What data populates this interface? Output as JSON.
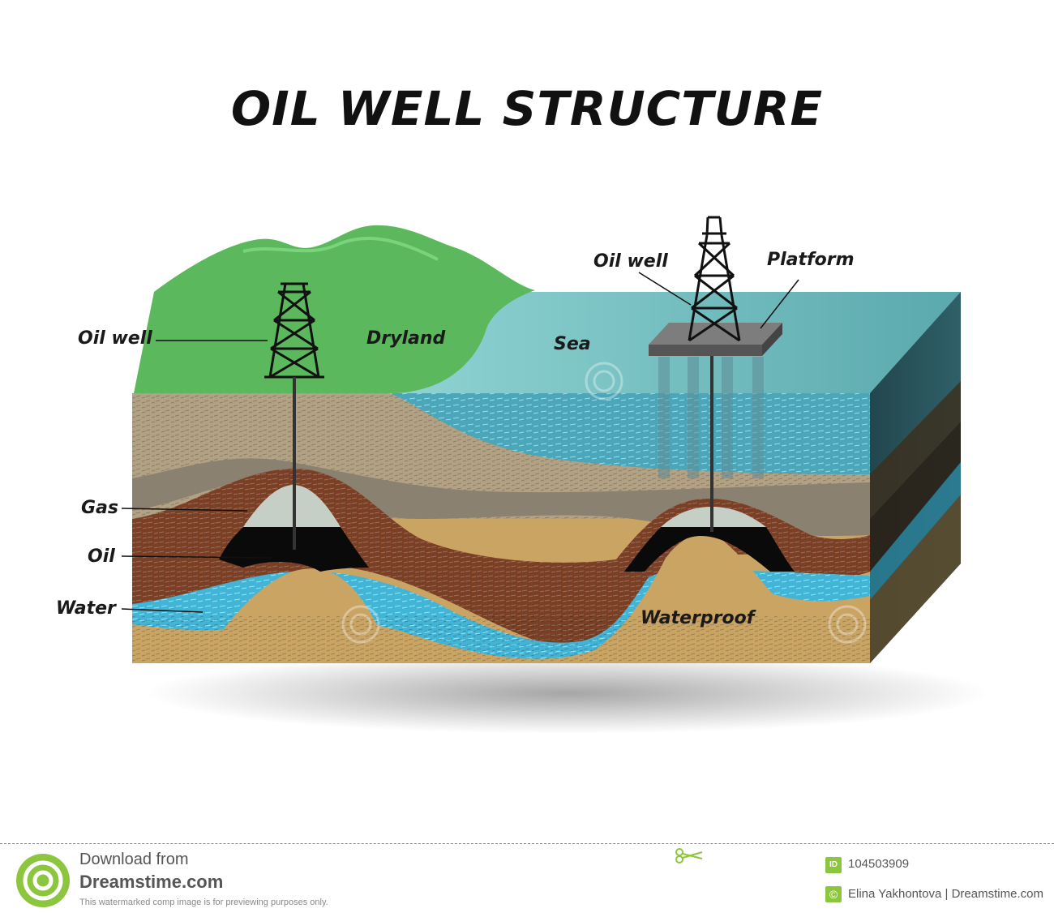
{
  "title": "OIL WELL STRUCTURE",
  "labels": {
    "oil_well_left": "Oil well",
    "dry_land": "Dryland",
    "sea": "Sea",
    "oil_well_right": "Oil well",
    "platform": "Platform",
    "gas": "Gas",
    "oil": "Oil",
    "water": "Water",
    "waterproof": "Waterproof"
  },
  "footer": {
    "download_from": "Download from",
    "site": "Dreamstime.com",
    "notice": "This watermarked comp image is for previewing purposes only.",
    "id_badge": "ID",
    "id_number": "104503909",
    "copyright_symbol": "©",
    "author": "Elina Yakhontova | Dreamstime.com"
  },
  "colors": {
    "hill": "#5cb85c",
    "sea_surface": "#8fd3d3",
    "sea_water": "#4aa6b8",
    "topsoil": "#b3a184",
    "grey_layer": "#8b8170",
    "brown_layer": "#7a3f24",
    "gas": "#c5cfc6",
    "oil": "#0a0a0a",
    "water": "#42b5d6",
    "sand": "#caa463",
    "side_face": "#1f3a40"
  }
}
